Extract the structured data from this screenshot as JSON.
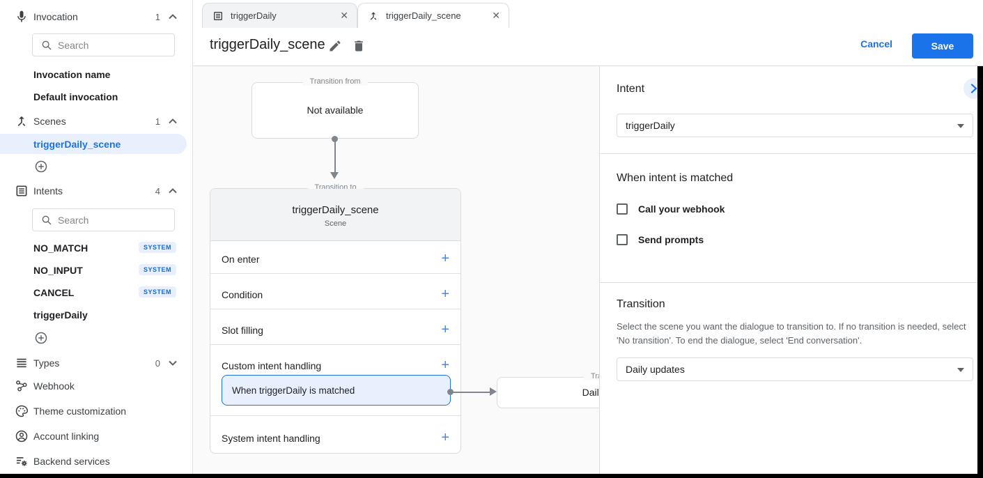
{
  "icons": {
    "plus": "+",
    "close": "✕"
  },
  "sidebar": {
    "search_placeholder": "Search",
    "invocation": {
      "label": "Invocation",
      "count": "1"
    },
    "invocation_items": [
      {
        "label": "Invocation name"
      },
      {
        "label": "Default invocation"
      }
    ],
    "scenes": {
      "label": "Scenes",
      "count": "1",
      "selected_item": "triggerDaily_scene"
    },
    "intents": {
      "label": "Intents",
      "count": "4",
      "items": [
        {
          "label": "NO_MATCH",
          "badge": "SYSTEM"
        },
        {
          "label": "NO_INPUT",
          "badge": "SYSTEM"
        },
        {
          "label": "CANCEL",
          "badge": "SYSTEM"
        },
        {
          "label": "triggerDaily",
          "badge": ""
        }
      ]
    },
    "types": {
      "label": "Types",
      "count": "0"
    },
    "links": [
      {
        "label": "Webhook"
      },
      {
        "label": "Theme customization"
      },
      {
        "label": "Account linking"
      },
      {
        "label": "Backend services"
      }
    ]
  },
  "tabs": [
    {
      "label": "triggerDaily"
    },
    {
      "label": "triggerDaily_scene"
    }
  ],
  "header": {
    "title": "triggerDaily_scene",
    "cancel_label": "Cancel",
    "save_label": "Save"
  },
  "canvas": {
    "from_box": {
      "legend": "Transition from",
      "text": "Not available"
    },
    "to_card": {
      "legend": "Transition to",
      "title": "triggerDaily_scene",
      "subtitle": "Scene",
      "rows": [
        {
          "label": "On enter"
        },
        {
          "label": "Condition"
        },
        {
          "label": "Slot filling"
        },
        {
          "label": "Custom intent handling"
        },
        {
          "label": "System intent handling"
        }
      ],
      "chip": "When triggerDaily is matched"
    },
    "next_card": {
      "legend": "Transition to",
      "title": "Daily updates"
    }
  },
  "panel": {
    "intent": {
      "heading": "Intent",
      "value": "triggerDaily"
    },
    "matched": {
      "heading": "When intent is matched",
      "checkboxes": [
        {
          "label": "Call your webhook",
          "checked": false
        },
        {
          "label": "Send prompts",
          "checked": false
        }
      ]
    },
    "transition": {
      "heading": "Transition",
      "description": "Select the scene you want the dialogue to transition to. If no transition is needed, select 'No transition'. To end the dialogue, select 'End conversation'.",
      "value": "Daily updates"
    }
  }
}
